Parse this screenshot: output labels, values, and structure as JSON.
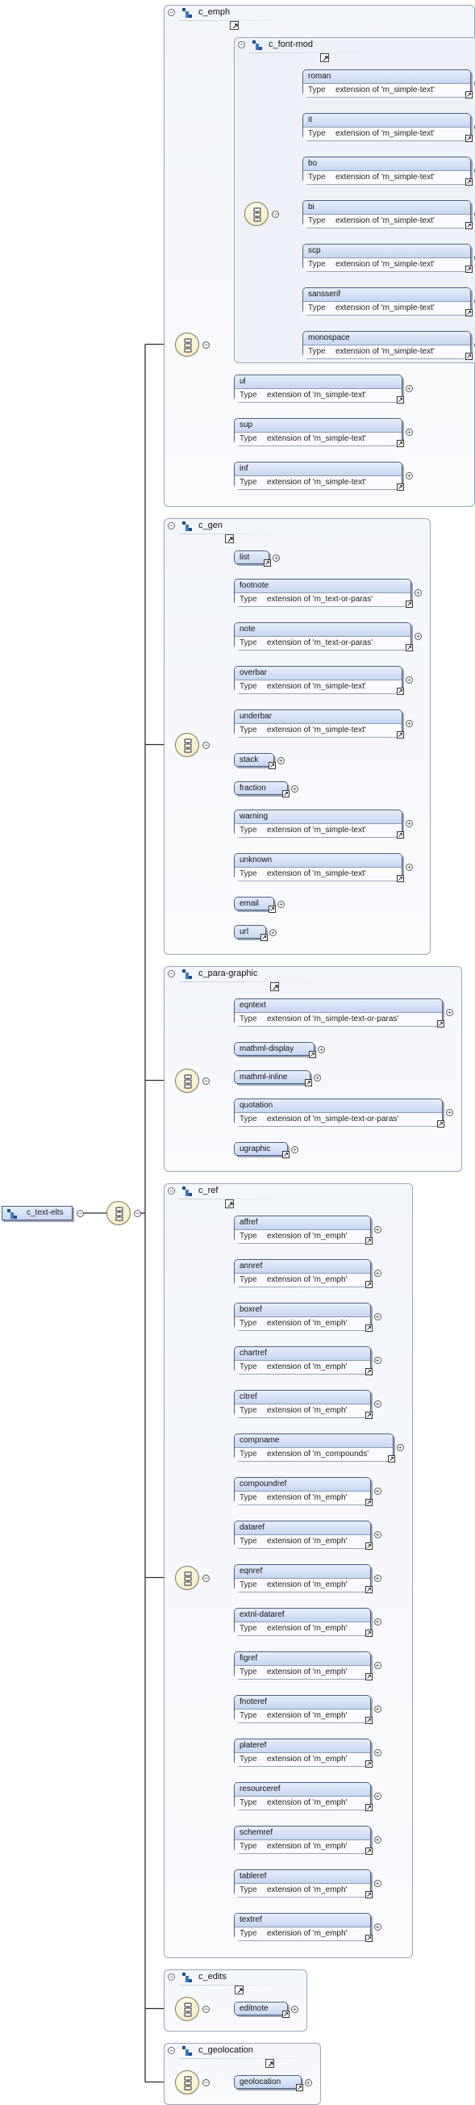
{
  "diagram": {
    "root": {
      "name": "c_text-elts",
      "icon": "complex-type-icon"
    },
    "type_key": "Type",
    "groups": [
      {
        "id": "c_emph",
        "name": "c_emph",
        "children": [
          {
            "group": {
              "id": "c_font-mod",
              "name": "c_font-mod",
              "elements": [
                {
                  "name": "roman",
                  "type": "extension of 'm_simple-text'"
                },
                {
                  "name": "it",
                  "type": "extension of 'm_simple-text'"
                },
                {
                  "name": "bo",
                  "type": "extension of 'm_simple-text'"
                },
                {
                  "name": "bi",
                  "type": "extension of 'm_simple-text'"
                },
                {
                  "name": "scp",
                  "type": "extension of 'm_simple-text'"
                },
                {
                  "name": "sansserif",
                  "type": "extension of 'm_simple-text'"
                },
                {
                  "name": "monospace",
                  "type": "extension of 'm_simple-text'"
                }
              ]
            }
          },
          {
            "name": "ul",
            "type": "extension of 'm_simple-text'"
          },
          {
            "name": "sup",
            "type": "extension of 'm_simple-text'"
          },
          {
            "name": "inf",
            "type": "extension of 'm_simple-text'"
          }
        ]
      },
      {
        "id": "c_gen",
        "name": "c_gen",
        "elements": [
          {
            "name": "list"
          },
          {
            "name": "footnote",
            "type": "extension of 'm_text-or-paras'"
          },
          {
            "name": "note",
            "type": "extension of 'm_text-or-paras'"
          },
          {
            "name": "overbar",
            "type": "extension of 'm_simple-text'"
          },
          {
            "name": "underbar",
            "type": "extension of 'm_simple-text'"
          },
          {
            "name": "stack"
          },
          {
            "name": "fraction"
          },
          {
            "name": "warning",
            "type": "extension of 'm_simple-text'"
          },
          {
            "name": "unknown",
            "type": "extension of 'm_simple-text'"
          },
          {
            "name": "email"
          },
          {
            "name": "url"
          }
        ]
      },
      {
        "id": "c_para-graphic",
        "name": "c_para-graphic",
        "elements": [
          {
            "name": "eqntext",
            "type": "extension of 'm_simple-text-or-paras'"
          },
          {
            "name": "mathml-display"
          },
          {
            "name": "mathml-inline"
          },
          {
            "name": "quotation",
            "type": "extension of 'm_simple-text-or-paras'"
          },
          {
            "name": "ugraphic"
          }
        ]
      },
      {
        "id": "c_ref",
        "name": "c_ref",
        "elements": [
          {
            "name": "affref",
            "type": "extension of 'm_emph'"
          },
          {
            "name": "annref",
            "type": "extension of 'm_emph'"
          },
          {
            "name": "boxref",
            "type": "extension of 'm_emph'"
          },
          {
            "name": "chartref",
            "type": "extension of 'm_emph'"
          },
          {
            "name": "citref",
            "type": "extension of 'm_emph'"
          },
          {
            "name": "compname",
            "type": "extension of 'm_compounds'"
          },
          {
            "name": "compoundref",
            "type": "extension of 'm_emph'"
          },
          {
            "name": "dataref",
            "type": "extension of 'm_emph'"
          },
          {
            "name": "eqnref",
            "type": "extension of 'm_emph'"
          },
          {
            "name": "extnl-dataref",
            "type": "extension of 'm_emph'"
          },
          {
            "name": "figref",
            "type": "extension of 'm_emph'"
          },
          {
            "name": "fnoteref",
            "type": "extension of 'm_emph'"
          },
          {
            "name": "plateref",
            "type": "extension of 'm_emph'"
          },
          {
            "name": "resourceref",
            "type": "extension of 'm_emph'"
          },
          {
            "name": "schemref",
            "type": "extension of 'm_emph'"
          },
          {
            "name": "tableref",
            "type": "extension of 'm_emph'"
          },
          {
            "name": "textref",
            "type": "extension of 'm_emph'"
          }
        ]
      },
      {
        "id": "c_edits",
        "name": "c_edits",
        "elements": [
          {
            "name": "editnote"
          }
        ]
      },
      {
        "id": "c_geolocation",
        "name": "c_geolocation",
        "elements": [
          {
            "name": "geolocation"
          }
        ]
      }
    ],
    "colors": {
      "element_fill_top": "#e6eefb",
      "element_fill_bottom": "#c7d6f0",
      "element_border": "#4d5f80",
      "group_border": "#9aa6b8",
      "group_fill": "#f3f6fb",
      "sequence_fill": "#f7f1cf",
      "wire": "#2b2b2b"
    }
  }
}
